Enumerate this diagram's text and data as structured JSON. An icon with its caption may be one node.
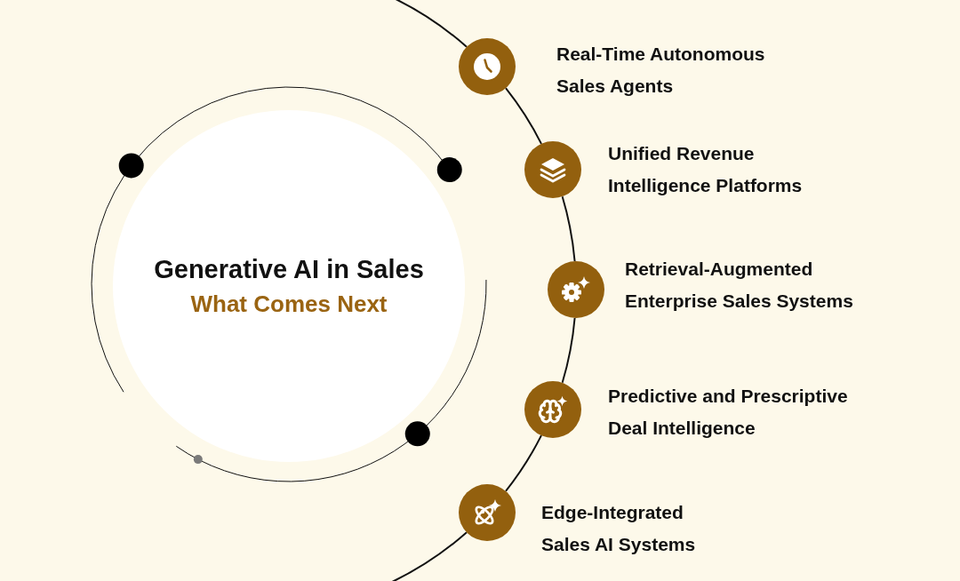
{
  "diagram": {
    "nodes": [
      {
        "text": [
          "Generative AI in Sales",
          "What Comes Next"
        ]
      },
      {
        "text": [],
        "shape": "circle",
        "beside": [
          "Real-Time Autonomous Sales Agents"
        ]
      },
      {
        "text": [],
        "shape": "circle",
        "beside": [
          "Unified Revenue Intelligence Platforms"
        ]
      },
      {
        "text": [],
        "shape": "circle",
        "beside": [
          "Retrieval-Augmented Enterprise Sales Systems"
        ]
      },
      {
        "text": [],
        "shape": "circle",
        "beside": [
          "Predictive and Prescriptive Deal Intelligence"
        ]
      },
      {
        "text": [],
        "shape": "circle",
        "beside": [
          "Edge-Integrated Sales AI Systems"
        ]
      }
    ],
    "edges": [
      {
        "from": 1,
        "to": 2,
        "arrow": "none"
      },
      {
        "from": 2,
        "to": 3,
        "arrow": "none"
      },
      {
        "from": 3,
        "to": 4,
        "arrow": "none"
      },
      {
        "from": 4,
        "to": 5,
        "arrow": "none"
      }
    ]
  }
}
